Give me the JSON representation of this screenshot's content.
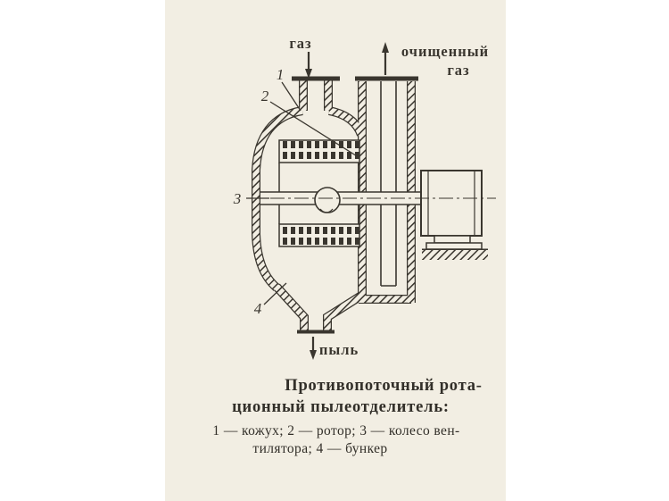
{
  "page": {
    "background": "#ffffff",
    "paper_color": "#f2eee3",
    "ink_color": "#3a362f"
  },
  "figure": {
    "flow_labels": {
      "gas_in": "газ",
      "clean_gas_line1": "очищенный",
      "clean_gas_line2": "газ",
      "dust_out": "пыль"
    },
    "part_numbers": {
      "n1": "1",
      "n2": "2",
      "n3": "3",
      "n4": "4"
    }
  },
  "caption": {
    "title_line1": "Противопоточный рота-",
    "title_line2": "ционный пылеотделитель:",
    "legend_line1": "1 — кожух; 2 — ротор; 3 — колесо вен-",
    "legend_line2": "тилятора; 4 — бункер"
  }
}
